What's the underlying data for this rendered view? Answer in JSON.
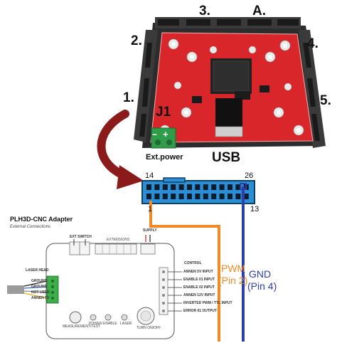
{
  "board": {
    "port_labels": {
      "p1": "1.",
      "p2": "2.",
      "p3": "3.",
      "pa": "A.",
      "p4": "4.",
      "p5": "5."
    },
    "j1_label": "J1",
    "ext_power_label": "Ext.power",
    "usb_label": "USB",
    "board_color": "#d8262a",
    "arrow_color": "#8b1a1a"
  },
  "connector": {
    "pin_top_left": "14",
    "pin_top_right": "26",
    "pin_bottom_left": "1",
    "pin_bottom_right": "13",
    "fill_color": "#2a8fd6"
  },
  "wires": {
    "pwm_label": "PWM",
    "pwm_pin": "(Pin 2)",
    "pwm_color": "#f08a24",
    "gnd_label": "GND",
    "gnd_pin": "(Pin 4)",
    "gnd_color": "#2e3fa8"
  },
  "adapter": {
    "title": "PLH3D-CNC Adapter",
    "subtitle": "External Connections",
    "ext_switch_label": "EXT SWITCH",
    "extensions_label": "EXTENSIONS",
    "supply_label": "SUPPLY",
    "control_label": "CONTROL",
    "laser_head_label": "LASER HEAD",
    "laser_pins": [
      "GROUND",
      "GROUND",
      "NOT USED",
      "ANNEN 5V"
    ],
    "control_pins": [
      "ANNEN 5V INPUT",
      "ENABLE 01 INPUT",
      "ENABLE 02 INPUT",
      "ANNEN 12V INPUT",
      "INVERTED PWM / TTL INPUT",
      "ERROR 01 OUTPUT"
    ],
    "indicators": [
      "MEASUREMENT/TEST",
      "POWER",
      "ENABLE",
      "LASER",
      "TURN ON/OFF"
    ]
  }
}
